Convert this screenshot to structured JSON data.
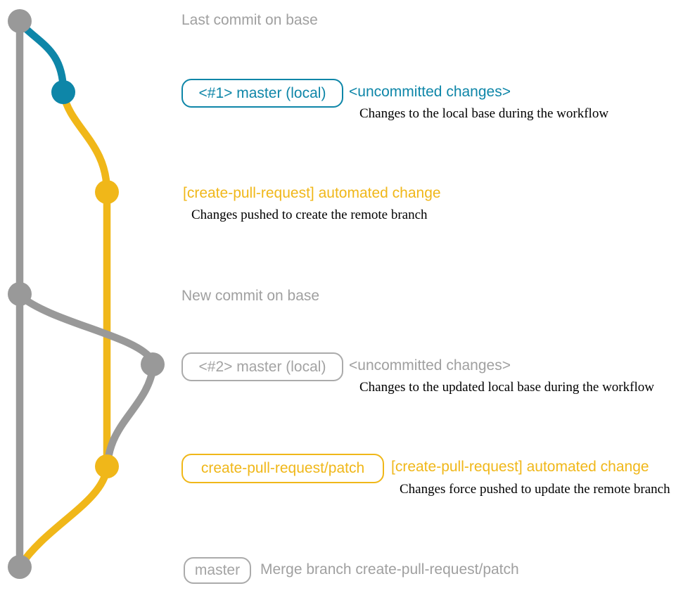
{
  "colors": {
    "gray": "#999999",
    "teal": "#0e86a8",
    "yellow": "#f0b719",
    "description_text": "#000000",
    "background": "#ffffff"
  },
  "graph": {
    "branches": [
      "base",
      "master (local)",
      "create-pull-request/patch"
    ],
    "commit_dots": [
      {
        "name": "last-commit-on-base",
        "color": "gray"
      },
      {
        "name": "uncommitted-changes-1",
        "color": "teal"
      },
      {
        "name": "automated-change-1",
        "color": "yellow"
      },
      {
        "name": "new-commit-on-base",
        "color": "gray"
      },
      {
        "name": "uncommitted-changes-2",
        "color": "gray"
      },
      {
        "name": "automated-change-2",
        "color": "yellow"
      },
      {
        "name": "merge-commit",
        "color": "gray"
      }
    ]
  },
  "rows": {
    "last_commit": {
      "text": "Last commit on base"
    },
    "master1": {
      "badge": "<#1> master (local)",
      "title": "<uncommitted changes>",
      "desc": "Changes to the local base during the workflow"
    },
    "cpr1": {
      "title": "[create-pull-request] automated change",
      "desc": "Changes pushed to create the remote branch"
    },
    "new_commit": {
      "text": "New commit on base"
    },
    "master2": {
      "badge": "<#2> master (local)",
      "title": "<uncommitted changes>",
      "desc": "Changes to the updated local base during the workflow"
    },
    "cpr2": {
      "badge": "create-pull-request/patch",
      "title": "[create-pull-request] automated change",
      "desc": "Changes force pushed to update the remote branch"
    },
    "merge": {
      "badge": "master",
      "title": "Merge branch create-pull-request/patch"
    }
  }
}
